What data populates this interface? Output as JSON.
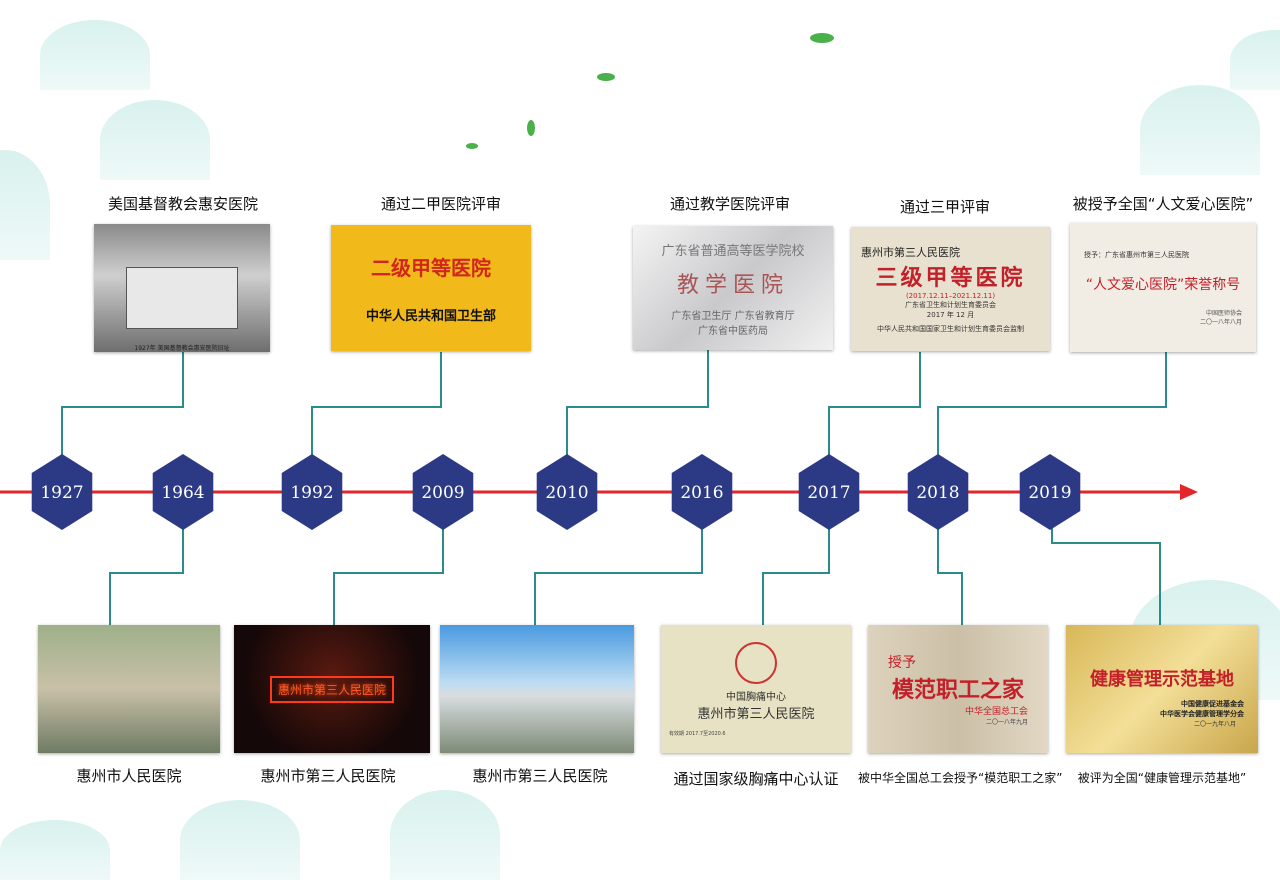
{
  "top_events": [
    {
      "caption": "美国基督教会惠安医院",
      "photo_caption": "1927年 美国基督教会惠安医院旧址"
    },
    {
      "caption": "通过二甲医院评审",
      "plaque_title": "二级甲等医院",
      "plaque_issuer": "中华人民共和国卫生部"
    },
    {
      "caption": "通过教学医院评审",
      "plaque_arc": "广东省普通高等医学院校",
      "plaque_title": "教学医院",
      "plaque_issuer1": "广东省卫生厅  广东省教育厅",
      "plaque_issuer2": "广东省中医药局"
    },
    {
      "caption": "通过三甲评审",
      "plaque_hospital": "惠州市第三人民医院",
      "plaque_title": "三级甲等医院",
      "plaque_dates": "(2017.12.11–2021.12.11)",
      "plaque_issuer": "广东省卫生和计划生育委员会",
      "plaque_date": "2017 年 12 月",
      "plaque_footer": "中华人民共和国国家卫生和计划生育委员会监制"
    },
    {
      "caption": "被授予全国“人文爱心医院”",
      "plaque_to": "授予：广东省惠州市第三人民医院",
      "plaque_title": "“人文爱心医院”荣誉称号",
      "plaque_issuer": "中国医师协会",
      "plaque_date": "二〇一八年八月"
    }
  ],
  "years": [
    "1927",
    "1964",
    "1992",
    "2009",
    "2010",
    "2016",
    "2017",
    "2018",
    "2019"
  ],
  "bottom_events": [
    {
      "caption": "惠州市人民医院"
    },
    {
      "caption": "惠州市第三人民医院",
      "sign": "惠州市第三人民医院"
    },
    {
      "caption": "惠州市第三人民医院"
    },
    {
      "caption": "通过国家级胸痛中心认证",
      "plaque_sub": "中国胸痛中心",
      "plaque_title": "惠州市第三人民医院",
      "plaque_valid": "有效期 2017.7至2020.6"
    },
    {
      "caption": "被中华全国总工会授予“模范职工之家”",
      "plaque_to": "授予",
      "plaque_title": "模范职工之家",
      "plaque_issuer": "中华全国总工会",
      "plaque_date": "二〇一八年九月"
    },
    {
      "caption": "被评为全国“健康管理示范基地”",
      "plaque_title": "健康管理示范基地",
      "plaque_issuer1": "中国健康促进基金会",
      "plaque_issuer2": "中华医学会健康管理学分会",
      "plaque_date": "二〇一九年八月"
    }
  ],
  "colors": {
    "hex": "#2c3a86",
    "line": "#e3262b",
    "connector": "#2a8c8c"
  }
}
